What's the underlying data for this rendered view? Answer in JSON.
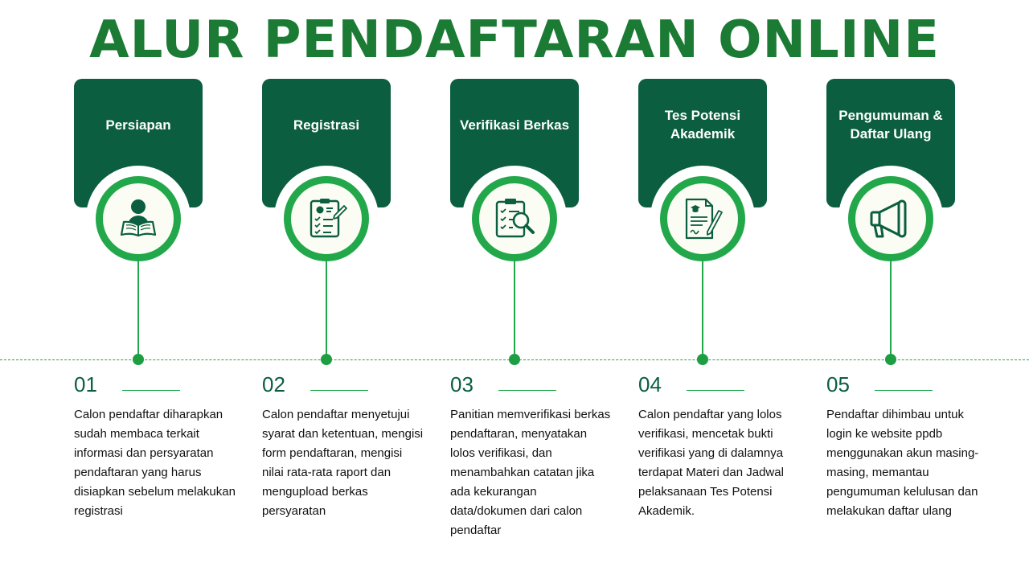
{
  "title": "ALUR PENDAFTARAN ONLINE",
  "colors": {
    "title": "#1b7a33",
    "card": "#0b5e40",
    "accent": "#22a84a",
    "icon_bg": "#fbfcf3"
  },
  "steps": [
    {
      "label": "Persiapan",
      "icon": "reading-person-icon",
      "number": "01",
      "description": "Calon pendaftar diharapkan sudah membaca terkait informasi dan persyaratan pendaftaran yang harus disiapkan sebelum melakukan registrasi"
    },
    {
      "label": "Registrasi",
      "icon": "registration-form-icon",
      "number": "02",
      "description": "Calon pendaftar menyetujui syarat dan ketentuan, mengisi form pendaftaran, mengisi nilai rata-rata raport dan mengupload berkas persyaratan"
    },
    {
      "label": "Verifikasi Berkas",
      "icon": "clipboard-search-icon",
      "number": "03",
      "description": "Panitian memverifikasi berkas pendaftaran, menyatakan lolos verifikasi, dan menambahkan  catatan jika ada kekurangan data/dokumen dari calon pendaftar"
    },
    {
      "label": "Tes Potensi Akademik",
      "icon": "exam-document-icon",
      "number": "04",
      "description": "Calon pendaftar yang lolos verifikasi, mencetak bukti verifikasi yang di dalamnya terdapat Materi dan Jadwal pelaksanaan Tes Potensi Akademik."
    },
    {
      "label": "Pengumuman & Daftar Ulang",
      "icon": "megaphone-icon",
      "number": "05",
      "description": "Pendaftar dihimbau untuk login ke website ppdb menggunakan akun masing-masing, memantau pengumuman kelulusan dan melakukan daftar ulang"
    }
  ]
}
